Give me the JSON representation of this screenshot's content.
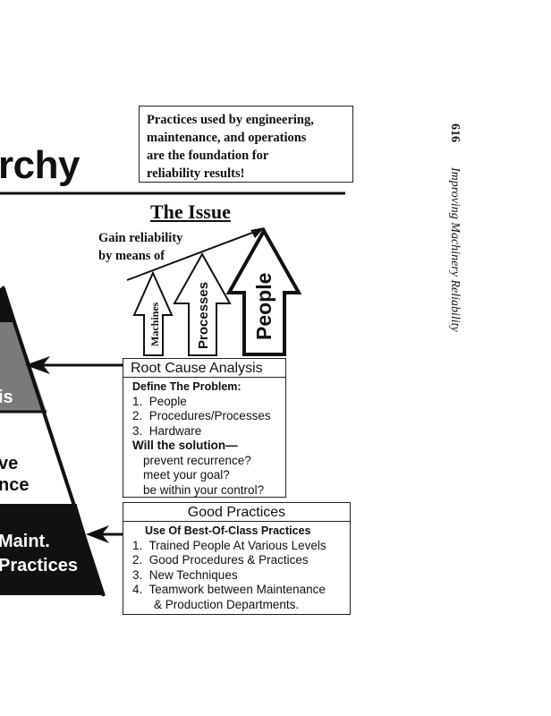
{
  "running_header": {
    "page_number": "616",
    "book_title": "Improving Machinery Reliability"
  },
  "figure": {
    "title_fragment": "rchy",
    "note": [
      "Practices used by engineering,",
      "maintenance, and operations",
      "are the foundation for",
      "reliability results!"
    ],
    "issue": {
      "title": "The Issue",
      "caption": [
        "Gain reliability",
        "by means of"
      ],
      "arrows": [
        "Machines",
        "Processes",
        "People"
      ]
    },
    "pyramid": {
      "band2": "is",
      "band3": [
        "ve",
        "nce"
      ],
      "band4": [
        "Maint.",
        "Practices"
      ]
    },
    "root_cause": {
      "header": "Root Cause Analysis",
      "subheader": "Define The Problem:",
      "items": [
        "1.  People",
        "2.  Procedures/Processes",
        "3.  Hardware"
      ],
      "question": "Will the solution—",
      "checks": [
        "prevent recurrence?",
        "meet your goal?",
        "be within your control?"
      ]
    },
    "good_practices": {
      "header": "Good Practices",
      "subheader": "Use Of Best-Of-Class Practices",
      "items": [
        "1.  Trained People At Various Levels",
        "2.  Good Procedures & Practices",
        "3.  New Techniques",
        "4.  Teamwork between Maintenance"
      ],
      "continuation": "& Production Departments."
    }
  },
  "colors": {
    "ink": "#111111",
    "gray_band": "#7a7a7a"
  }
}
